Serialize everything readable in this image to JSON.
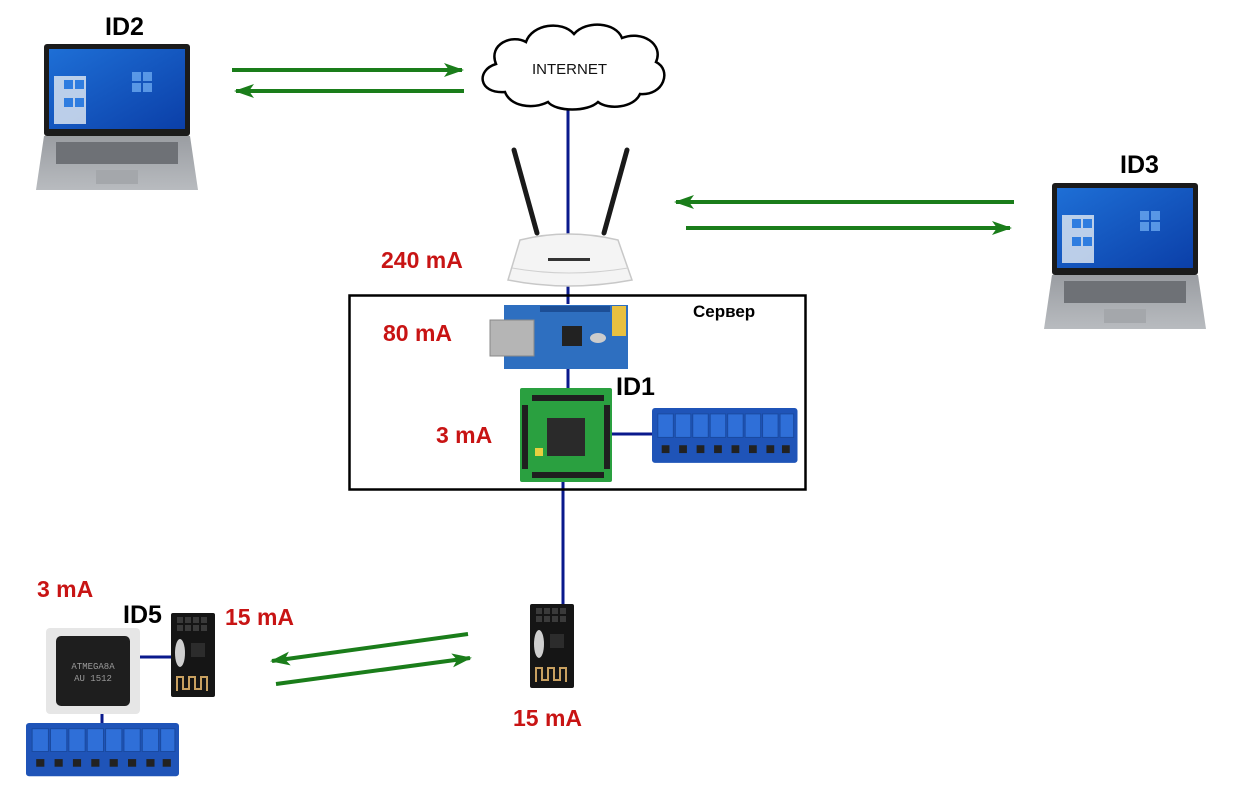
{
  "colors": {
    "wire": "#0a1a8c",
    "arrow": "#1a7d1a",
    "current_label": "#c81414",
    "id_label": "#000000",
    "frame": "#000000"
  },
  "nodes": {
    "internet": {
      "label": "INTERNET",
      "icon": "cloud-icon"
    },
    "router": {
      "current": "240 mA",
      "icon": "wifi-router-icon"
    },
    "server": {
      "label": "Сервер",
      "ethernet_module": {
        "current": "80 mA",
        "icon": "ethernet-module-icon"
      },
      "mcu_board": {
        "id": "ID1",
        "current": "3 mA",
        "icon": "mcu-board-icon"
      },
      "relay_block": {
        "icon": "relay-module-icon"
      }
    },
    "laptop_id2": {
      "id": "ID2",
      "icon": "laptop-icon"
    },
    "laptop_id3": {
      "id": "ID3",
      "icon": "laptop-icon"
    },
    "radio_base": {
      "current": "15 mA",
      "icon": "nrf24-radio-icon"
    },
    "node_id5": {
      "id": "ID5",
      "mcu_current": "3 mA",
      "radio_current": "15 mA",
      "chip_text": [
        "ATMEGA8A",
        "AU 1512"
      ],
      "icon": "atmega-chip-icon"
    },
    "node_id5_relay": {
      "icon": "relay-module-icon"
    }
  },
  "links": [
    {
      "from": "laptop_id2",
      "to": "internet",
      "type": "bidirectional"
    },
    {
      "from": "laptop_id3",
      "to": "router",
      "type": "bidirectional"
    },
    {
      "from": "node_id5",
      "to": "radio_base",
      "type": "bidirectional-wireless"
    },
    {
      "from": "internet",
      "to": "router",
      "type": "wire"
    },
    {
      "from": "router",
      "to": "ethernet_module",
      "type": "wire"
    },
    {
      "from": "ethernet_module",
      "to": "mcu_board",
      "type": "wire"
    },
    {
      "from": "mcu_board",
      "to": "relay_block",
      "type": "wire"
    },
    {
      "from": "mcu_board",
      "to": "radio_base",
      "type": "wire"
    },
    {
      "from": "node_id5",
      "to": "node_id5_relay",
      "type": "wire"
    }
  ]
}
